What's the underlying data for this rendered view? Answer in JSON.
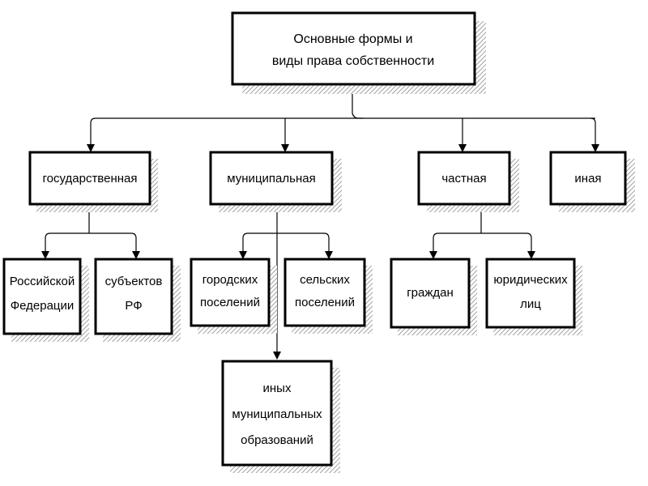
{
  "diagram": {
    "root": {
      "line1": "Основные формы и",
      "line2": "виды права собственности"
    },
    "categories": {
      "state": "государственная",
      "municipal": "муниципальная",
      "private": "частная",
      "other": "иная"
    },
    "state_children": {
      "russian_federation_line1": "Российской",
      "russian_federation_line2": "Федерации",
      "subjects_line1": "субъектов",
      "subjects_line2": "РФ"
    },
    "municipal_children": {
      "urban_line1": "городских",
      "urban_line2": "поселений",
      "rural_line1": "сельских",
      "rural_line2": "поселений",
      "other_line1": "иных",
      "other_line2": "муниципальных",
      "other_line3": "образований"
    },
    "private_children": {
      "citizens": "граждан",
      "legal_line1": "юридических",
      "legal_line2": "лиц"
    }
  }
}
